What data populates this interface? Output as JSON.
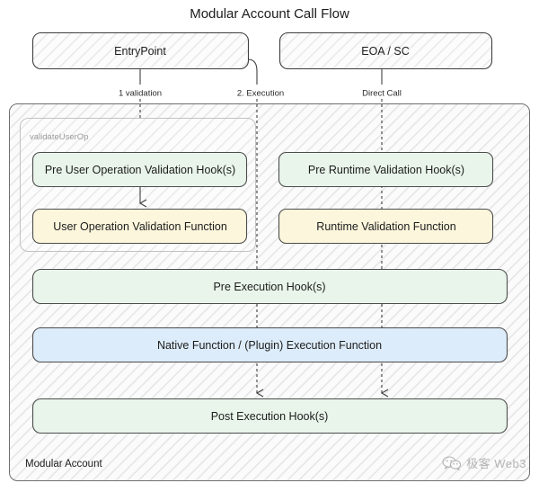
{
  "title": "Modular Account Call Flow",
  "colors": {
    "green_fill": "#e9f5ea",
    "green_stroke": "#7aa87f",
    "yellow_fill": "#fcf6dc",
    "yellow_stroke": "#c9b97a",
    "blue_fill": "#ddecfa",
    "blue_stroke": "#7a9fc4",
    "plain_stroke": "#3f3f3f",
    "container_stroke": "#6e6e6e",
    "group_stroke": "#c2c2c2",
    "hatch": "#e3e3e3",
    "line": "#3f3f3f",
    "muted_text": "#9a9a9a"
  },
  "top_nodes": [
    {
      "id": "entrypoint",
      "label": "EntryPoint"
    },
    {
      "id": "eoa-sc",
      "label": "EOA / SC"
    }
  ],
  "edge_labels": [
    {
      "id": "validation",
      "label": "1 validation"
    },
    {
      "id": "execution",
      "label": "2. Execution"
    },
    {
      "id": "direct-call",
      "label": "Direct Call"
    }
  ],
  "container": {
    "label": "Modular Account",
    "group": {
      "label": "validateUserOp",
      "nodes": [
        {
          "id": "pre-user-op-validation-hook",
          "label": "Pre User Operation Validation Hook(s)",
          "kind": "green"
        },
        {
          "id": "user-op-validation-function",
          "label": "User Operation Validation Function",
          "kind": "yellow"
        }
      ]
    },
    "runtime_nodes": [
      {
        "id": "pre-runtime-validation-hook",
        "label": "Pre Runtime Validation Hook(s)",
        "kind": "green"
      },
      {
        "id": "runtime-validation-function",
        "label": "Runtime Validation Function",
        "kind": "yellow"
      }
    ],
    "full_width_nodes": [
      {
        "id": "pre-execution-hook",
        "label": "Pre Execution Hook(s)",
        "kind": "green"
      },
      {
        "id": "native-plugin-execution-function",
        "label": "Native Function  /  (Plugin) Execution Function",
        "kind": "blue"
      },
      {
        "id": "post-execution-hook",
        "label": "Post Execution Hook(s)",
        "kind": "green"
      }
    ]
  },
  "watermark": {
    "icon": "wechat-icon",
    "text": "极客 Web3"
  }
}
